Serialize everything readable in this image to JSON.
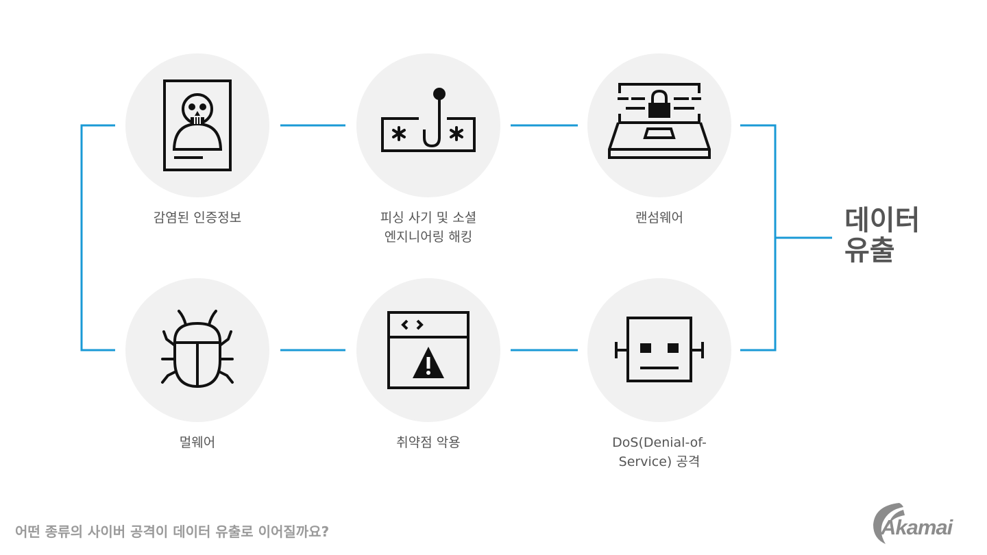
{
  "diagram": {
    "outcome": "데이터\n유출",
    "connector_color": "#1a9ad6",
    "circle_color": "#f1f1f1",
    "icon_color": "#111111",
    "nodes": [
      {
        "id": "compromised-credentials",
        "label": "감염된 인증정보",
        "icon": "id-badge-skull-icon"
      },
      {
        "id": "phishing",
        "label": "피싱 사기 및 소셜\n엔지니어링 해킹",
        "icon": "password-hook-icon"
      },
      {
        "id": "ransomware",
        "label": "랜섬웨어",
        "icon": "laptop-lock-icon"
      },
      {
        "id": "malware",
        "label": "멀웨어",
        "icon": "bug-icon"
      },
      {
        "id": "vulnerability-exploit",
        "label": "취약점 악용",
        "icon": "browser-warning-icon"
      },
      {
        "id": "dos",
        "label": "DoS(Denial-of-\nService) 공격",
        "icon": "robot-icon"
      }
    ]
  },
  "footer": {
    "question": "어떤 종류의 사이버 공격이 데이터 유출로 이어질까요?",
    "brand": "Akamai"
  }
}
